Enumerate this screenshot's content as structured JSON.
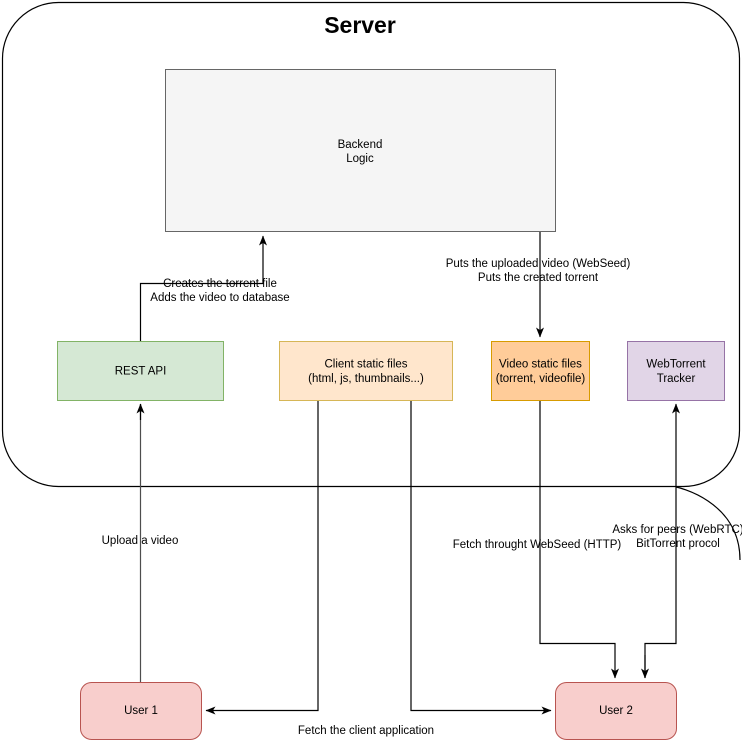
{
  "diagram": {
    "title": "Server",
    "container_label": "Server",
    "nodes": [
      {
        "id": "backend-logic",
        "label_line1": "Backend",
        "label_line2": "Logic",
        "fill": "#f5f5f5",
        "stroke": "#666666"
      },
      {
        "id": "rest-api",
        "label_line1": "REST API",
        "label_line2": "",
        "fill": "#d5e8d4",
        "stroke": "#82b366"
      },
      {
        "id": "client-static-files",
        "label_line1": "Client static files",
        "label_line2": "(html, js, thumbnails...)",
        "fill": "#ffe6cc",
        "stroke": "#d6b656"
      },
      {
        "id": "video-static-files",
        "label_line1": "Video static files",
        "label_line2": "(torrent, videofile)",
        "fill": "#ffcc99",
        "stroke": "#d79b00"
      },
      {
        "id": "webtorrent-tracker",
        "label_line1": "WebTorrent",
        "label_line2": "Tracker",
        "fill": "#e1d5e7",
        "stroke": "#9673a6"
      },
      {
        "id": "user-1",
        "label_line1": "User 1",
        "label_line2": "",
        "fill": "#f8cecc",
        "stroke": "#b85450"
      },
      {
        "id": "user-2",
        "label_line1": "User 2",
        "label_line2": "",
        "fill": "#f8cecc",
        "stroke": "#b85450"
      }
    ],
    "edge_labels": [
      {
        "id": "creates-torrent",
        "line1": "Creates the torrent file",
        "line2": "Adds the video to database"
      },
      {
        "id": "puts-uploaded-video",
        "line1": "Puts the uploaded video (WebSeed)",
        "line2": "Puts the created torrent"
      },
      {
        "id": "upload-a-video",
        "line1": "Upload a video",
        "line2": ""
      },
      {
        "id": "fetch-webseed",
        "line1": "Fetch throught WebSeed (HTTP)",
        "line2": ""
      },
      {
        "id": "asks-for-peers",
        "line1": "Asks for peers (WebRTC)",
        "line2": "BitTorrent procol"
      },
      {
        "id": "fetch-client-application",
        "line1": "Fetch the client application",
        "line2": ""
      }
    ],
    "colors": {
      "container_border": "#000000",
      "edge_stroke": "#000000",
      "canvas_background": "#ffffff"
    }
  }
}
